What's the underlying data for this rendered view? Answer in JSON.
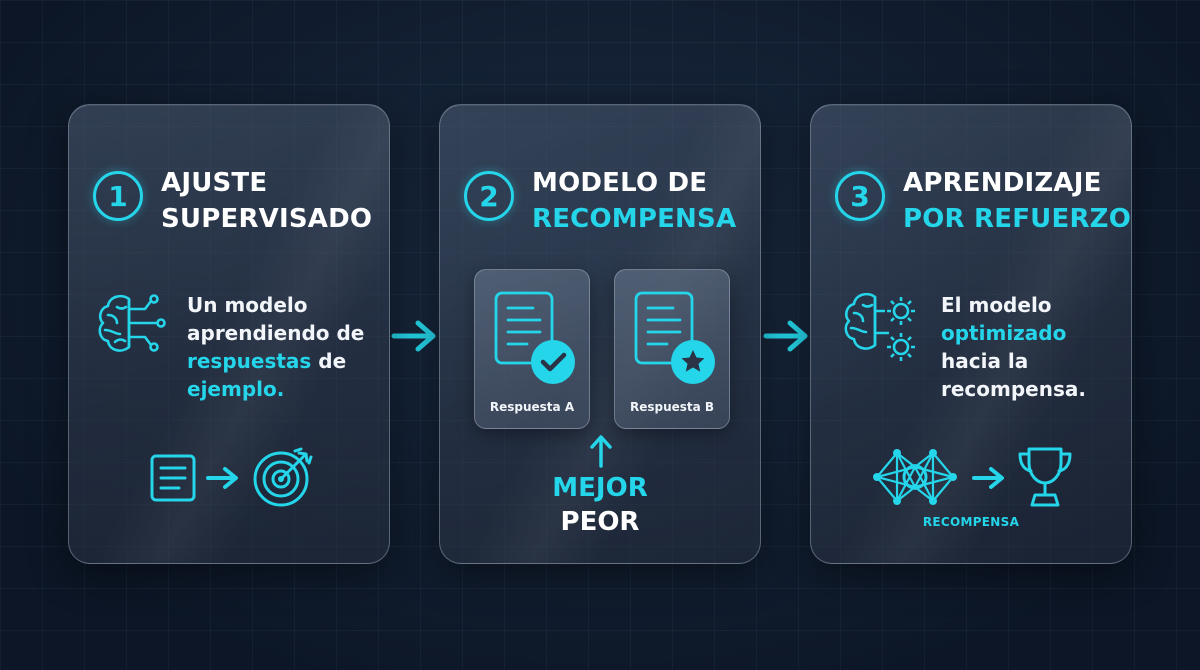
{
  "colors": {
    "accent": "#25d5ea",
    "background": "#101b2c",
    "card": "#3a4558",
    "text": "#ffffff"
  },
  "steps": [
    {
      "number": "1",
      "title_line1": "AJUSTE",
      "title_line2": "SUPERVISADO",
      "description": {
        "line1": "Un modelo",
        "line2": "aprendiendo de",
        "line3_highlight": "respuestas",
        "line3_rest": "de",
        "line4_highlight": "ejemplo."
      },
      "icons": [
        "brain-circuit-icon",
        "document-icon",
        "arrow-right-icon",
        "target-icon"
      ]
    },
    {
      "number": "2",
      "title_line1": "MODELO DE",
      "title_line2": "RECOMPENSA",
      "response_a": "Respuesta A",
      "response_b": "Respuesta B",
      "better_label": "MEJOR",
      "worse_label": "PEOR",
      "icons": [
        "document-check-icon",
        "document-star-icon",
        "arrow-up-icon"
      ]
    },
    {
      "number": "3",
      "title_line1": "APRENDIZAJE",
      "title_line2": "POR REFUERZO",
      "description": {
        "line1": "El modelo",
        "line2_highlight": "optimizado",
        "line3": "hacia la",
        "line4": "recompensa."
      },
      "reward_caption": "RECOMPENSA",
      "icons": [
        "brain-gears-icon",
        "neural-network-icon",
        "arrow-right-icon",
        "trophy-icon"
      ]
    }
  ]
}
